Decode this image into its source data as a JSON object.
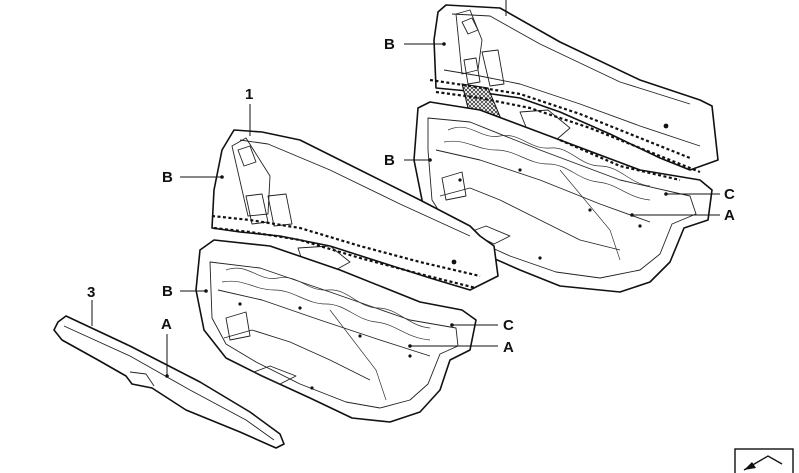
{
  "callouts": {
    "part_1": "1",
    "part_3": "3",
    "left_door": {
      "b_upper": "B",
      "b_lower": "B",
      "c": "C",
      "a": "A"
    },
    "right_door": {
      "b_upper": "B",
      "b_lower": "B",
      "c": "C",
      "a": "A"
    },
    "strip_a": "A"
  },
  "icons": {
    "corner_symbol": "arrow-icon"
  },
  "colors": {
    "line": "#111111",
    "background": "#ffffff"
  }
}
